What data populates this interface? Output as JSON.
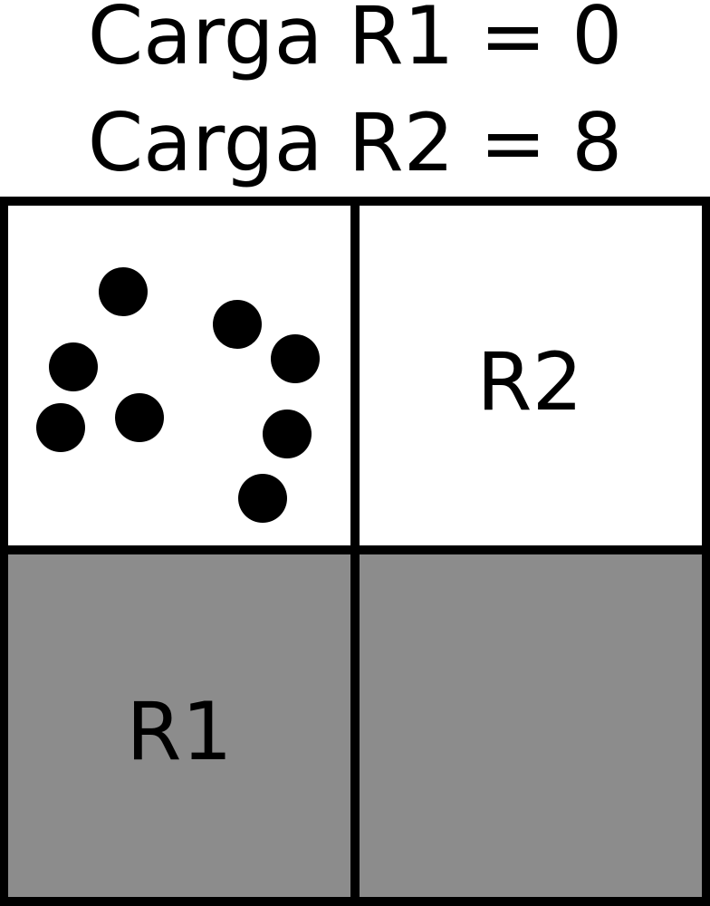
{
  "header": {
    "line1": "Carga R1 = 0",
    "line2": "Carga R2 = 8"
  },
  "grid": {
    "regions": [
      {
        "label": "R2",
        "fill": "#ffffff"
      },
      {
        "label": "R1",
        "fill": "#8c8c8c"
      }
    ],
    "border_color": "#000000",
    "particle_count": 8
  }
}
